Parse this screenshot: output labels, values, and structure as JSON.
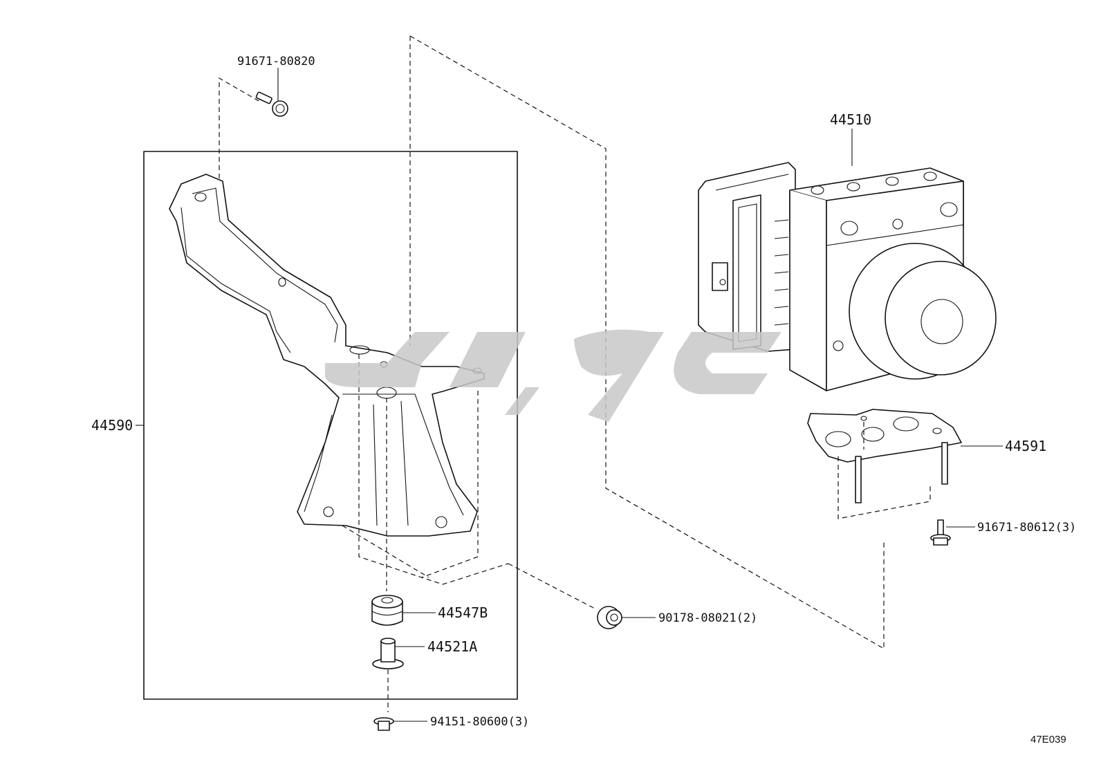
{
  "diagram": {
    "labels": {
      "p91671_80820": "91671-80820",
      "p44590": "44590",
      "p44547B": "44547B",
      "p44521A": "44521A",
      "p94151_80600": "94151-80600(3)",
      "p90178_08021": "90178-08021(2)",
      "p44510": "44510",
      "p44591": "44591",
      "p91671_80612": "91671-80612(3)"
    },
    "figure_code": "47E039",
    "watermark": {
      "present": true,
      "color": "#c8c8c8"
    }
  }
}
